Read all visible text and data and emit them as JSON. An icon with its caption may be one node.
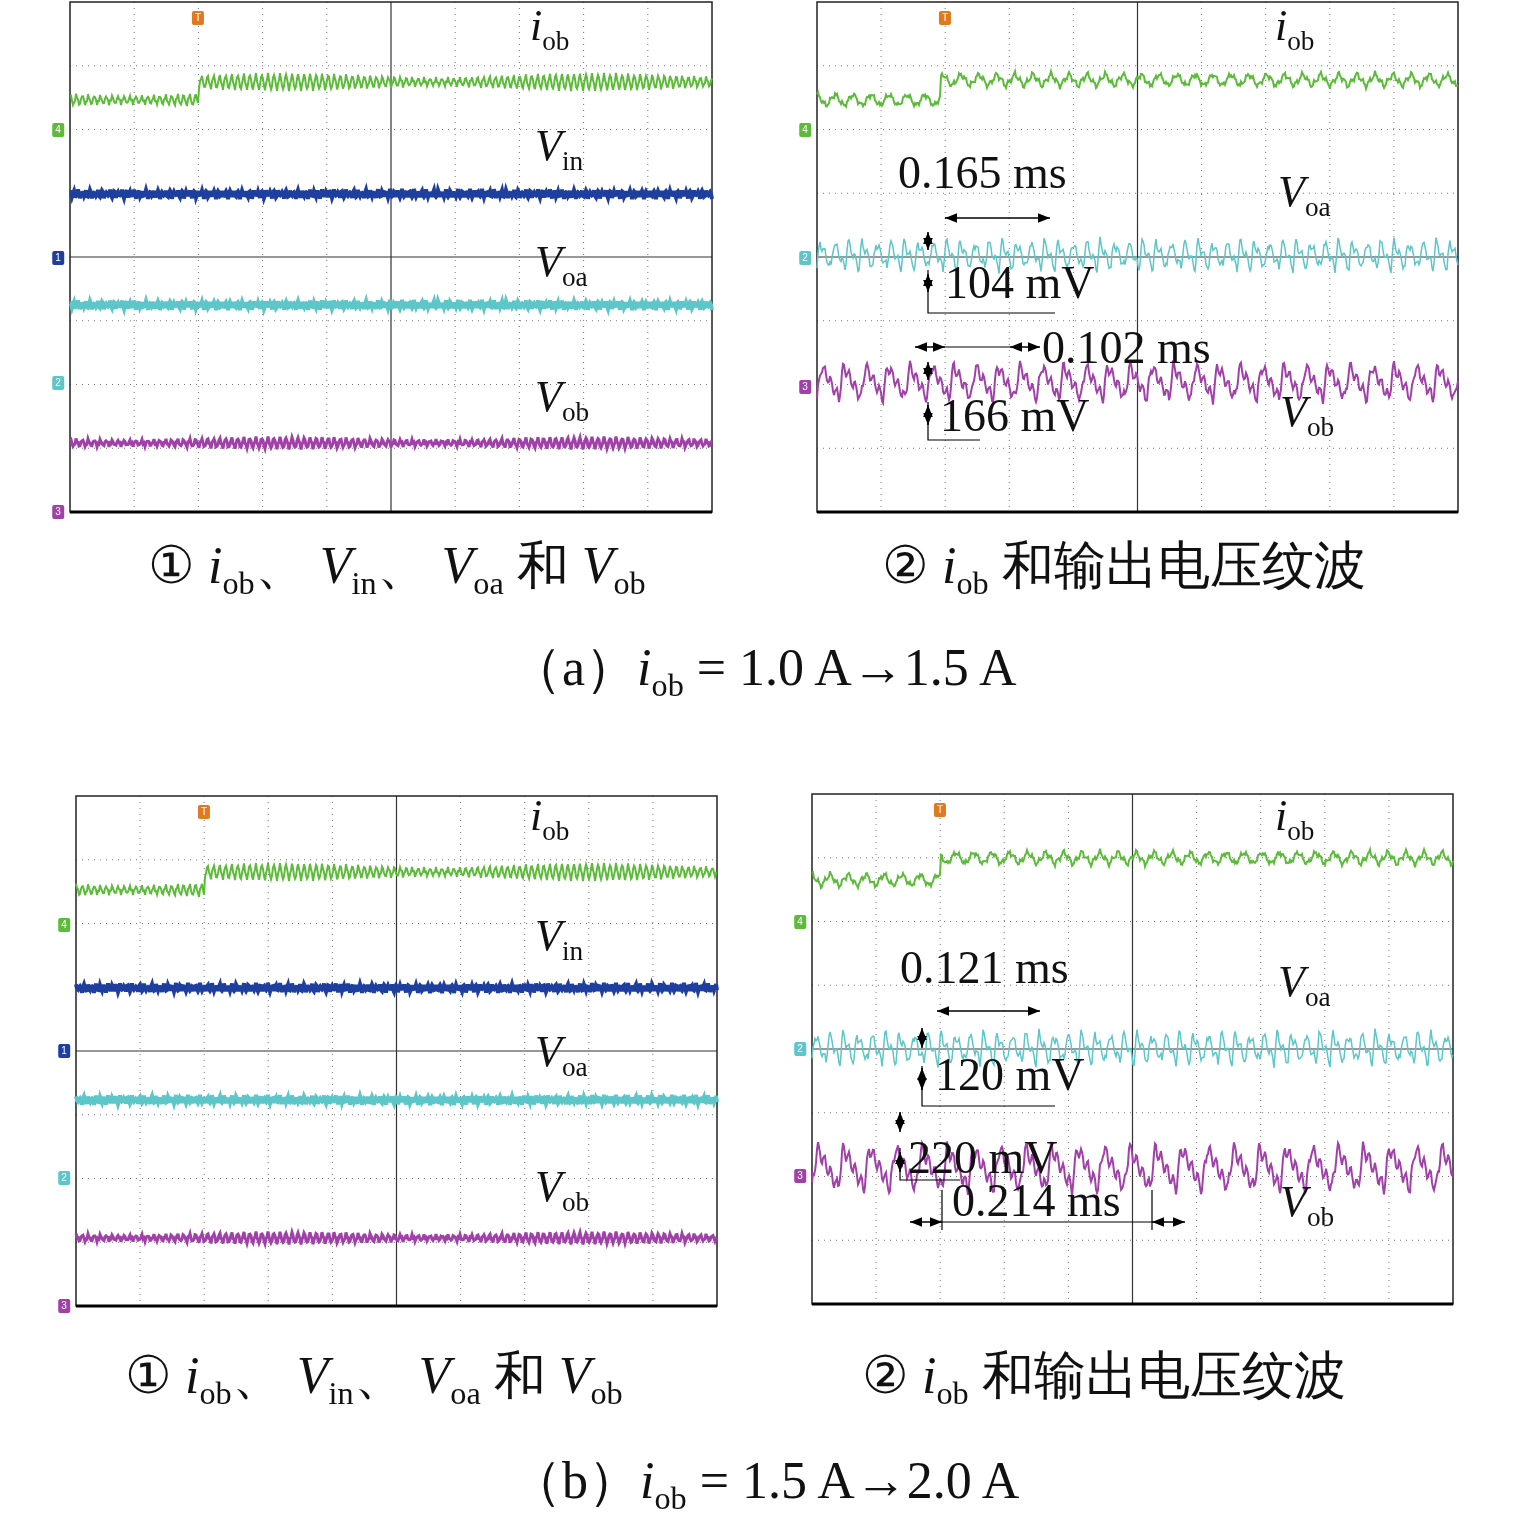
{
  "diagram": {
    "labels": [
      "T",
      "4",
      "1",
      "2",
      "3",
      "*i*$_{ob}$",
      "*V*$_{in}$",
      "*V*$_{oa}$",
      "*V*$_{ob}$",
      "T",
      "4",
      "2",
      "3",
      "*i*$_{ob}$",
      "0.165 ms",
      "*V*$_{oa}$",
      "104 mV",
      "0.102 ms",
      "166 mV",
      "*V*$_{ob}$",
      "① *i*$_{ob}$、 *V*$_{in}$、 *V*$_{oa}$ 和 *V*$_{ob}$",
      "② *i*$_{ob}$ 和输出电压纹波",
      "（a）*i*$_{ob}$ = 1.0 A→1.5 A",
      "T",
      "4",
      "1",
      "2",
      "3",
      "*i*$_{ob}$",
      "*V*$_{in}$",
      "*V*$_{oa}$",
      "*V*$_{ob}$",
      "T",
      "4",
      "2",
      "3",
      "*i*$_{ob}$",
      "0.121 ms",
      "*V*$_{oa}$",
      "120 mV",
      "220 mV",
      "0.214 ms",
      "*V*$_{ob}$",
      "① *i*$_{ob}$、 *V*$_{in}$、 *V*$_{oa}$ 和 *V*$_{ob}$",
      "② *i*$_{ob}$ 和输出电压纹波",
      "（b）*i*$_{ob}$ = 1.5 A→2.0 A"
    ]
  }
}
